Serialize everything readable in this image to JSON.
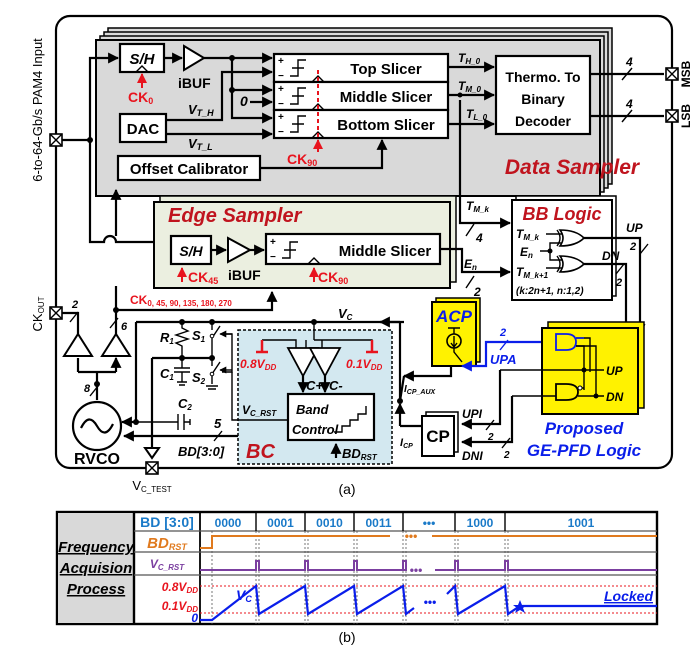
{
  "figure_a": {
    "caption": "(a)",
    "input_pad_label": "6-to-64-Gb/s PAM4 Input",
    "ckout_pad_label": "CK",
    "ckout_sub": "OUT",
    "msb_label": "MSB",
    "lsb_label": "LSB",
    "data_sampler": {
      "title": "Data Sampler",
      "sh": "S/H",
      "ibuf": "iBUF",
      "ck0": "CK",
      "ck0_sub": "0",
      "dac": "DAC",
      "vth": "V",
      "vth_sub": "T_H",
      "vtl": "V",
      "vtl_sub": "T_L",
      "zero": "0",
      "top_slicer": "Top Slicer",
      "middle_slicer": "Middle Slicer",
      "bottom_slicer": "Bottom Slicer",
      "ck90": "CK",
      "ck90_sub": "90",
      "offset_calibrator": "Offset Calibrator",
      "th0": "T",
      "th0_sub": "H_0",
      "tm0": "T",
      "tm0_sub": "M_0",
      "tl0": "T",
      "tl0_sub": "L_0",
      "decoder_lines": [
        "Thermo. To",
        "Binary",
        "Decoder"
      ],
      "bus_msb": "4",
      "bus_lsb": "4"
    },
    "edge_sampler": {
      "title": "Edge Sampler",
      "sh": "S/H",
      "ibuf": "iBUF",
      "ck45": "CK",
      "ck45_sub": "45",
      "middle_slicer": "Middle Slicer",
      "ck90": "CK",
      "ck90_sub": "90",
      "en": "E",
      "en_sub": "n",
      "en_bus": "2"
    },
    "clock_phases": "CK",
    "clock_phases_sub": "0, 45, 90, 135, 180, 270",
    "bb_logic": {
      "title": "BB Logic",
      "tmk_in": "T",
      "tmk_in_sub": "M_k",
      "tmk_bus": "4",
      "in_tmk": "T",
      "in_tmk_sub": "M_k",
      "in_en": "E",
      "in_en_sub": "n",
      "in_tmk1": "T",
      "in_tmk1_sub": "M_k+1",
      "note": "(k:2n+1, n:1,2)",
      "up": "UP",
      "dn": "DN",
      "up_bus": "2",
      "dn_bus": "2"
    },
    "acp": {
      "title": "ACP",
      "upa": "UPA",
      "upa_bus": "2",
      "icp_aux": "I",
      "icp_aux_sub": "CP_AUX"
    },
    "cp": {
      "title": "CP",
      "upi": "UPI",
      "dni": "DNI",
      "upi_bus": "2",
      "dni_bus": "2",
      "icp": "I",
      "icp_sub": "CP"
    },
    "ge_pfd": {
      "title_lines": [
        "Proposed",
        "GE-PFD Logic"
      ],
      "up": "UP",
      "dn": "DN"
    },
    "bc": {
      "title": "BC",
      "vc": "V",
      "vc_sub": "C",
      "v08": "0.8V",
      "v08_sub": "DD",
      "v01": "0.1V",
      "v01_sub": "DD",
      "cplus": "C+",
      "cminus": "C-",
      "vc_rst": "V",
      "vc_rst_sub": "C_RST",
      "band_control_lines": [
        "Band",
        "Control"
      ],
      "bd_rst": "BD",
      "bd_rst_sub": "RST"
    },
    "loop_filter": {
      "r1": "R",
      "r1_sub": "1",
      "c1": "C",
      "c1_sub": "1",
      "s1": "S",
      "s1_sub": "1",
      "s2": "S",
      "s2_sub": "2",
      "c2": "C",
      "c2_sub": "2"
    },
    "rvco": {
      "label": "RVCO",
      "bus": "8",
      "bd": "BD[3:0]",
      "bd_bus": "5",
      "buf_bus_2": "2",
      "buf_bus_6": "6"
    },
    "vc_test": "V",
    "vc_test_sub": "C_TEST"
  },
  "figure_b": {
    "caption": "(b)",
    "title_lines": [
      "Frequency",
      "Acquision",
      "Process"
    ],
    "row_labels": {
      "bd": "BD [3:0]",
      "bd_rst": "BD",
      "bd_rst_sub": "RST",
      "vc_rst": "V",
      "vc_rst_sub": "C_RST"
    },
    "bd_codes": [
      "0000",
      "0001",
      "0010",
      "0011",
      "•••",
      "1000",
      "1001"
    ],
    "levels": {
      "high": "0.8V",
      "high_sub": "DD",
      "low": "0.1V",
      "low_sub": "DD",
      "zero": "0"
    },
    "vc_label": "V",
    "vc_label_sub": "C",
    "ellipsis": "•••",
    "locked": "Locked",
    "colors": {
      "bd_header": "#1a7ac8",
      "bd_rst": "#e07a1e",
      "vc_rst": "#7b3fa0",
      "vc": "#0a1eea",
      "level": "#e8141e"
    }
  },
  "colors": {
    "red": "#e8141e",
    "darkred": "#c0141e",
    "blue": "#0a1eea",
    "yellow": "#fff200",
    "data_sampler_bg": "#d9d9d9",
    "edge_sampler_bg": "#ebefe0",
    "bc_bg": "#d3e8f0"
  }
}
